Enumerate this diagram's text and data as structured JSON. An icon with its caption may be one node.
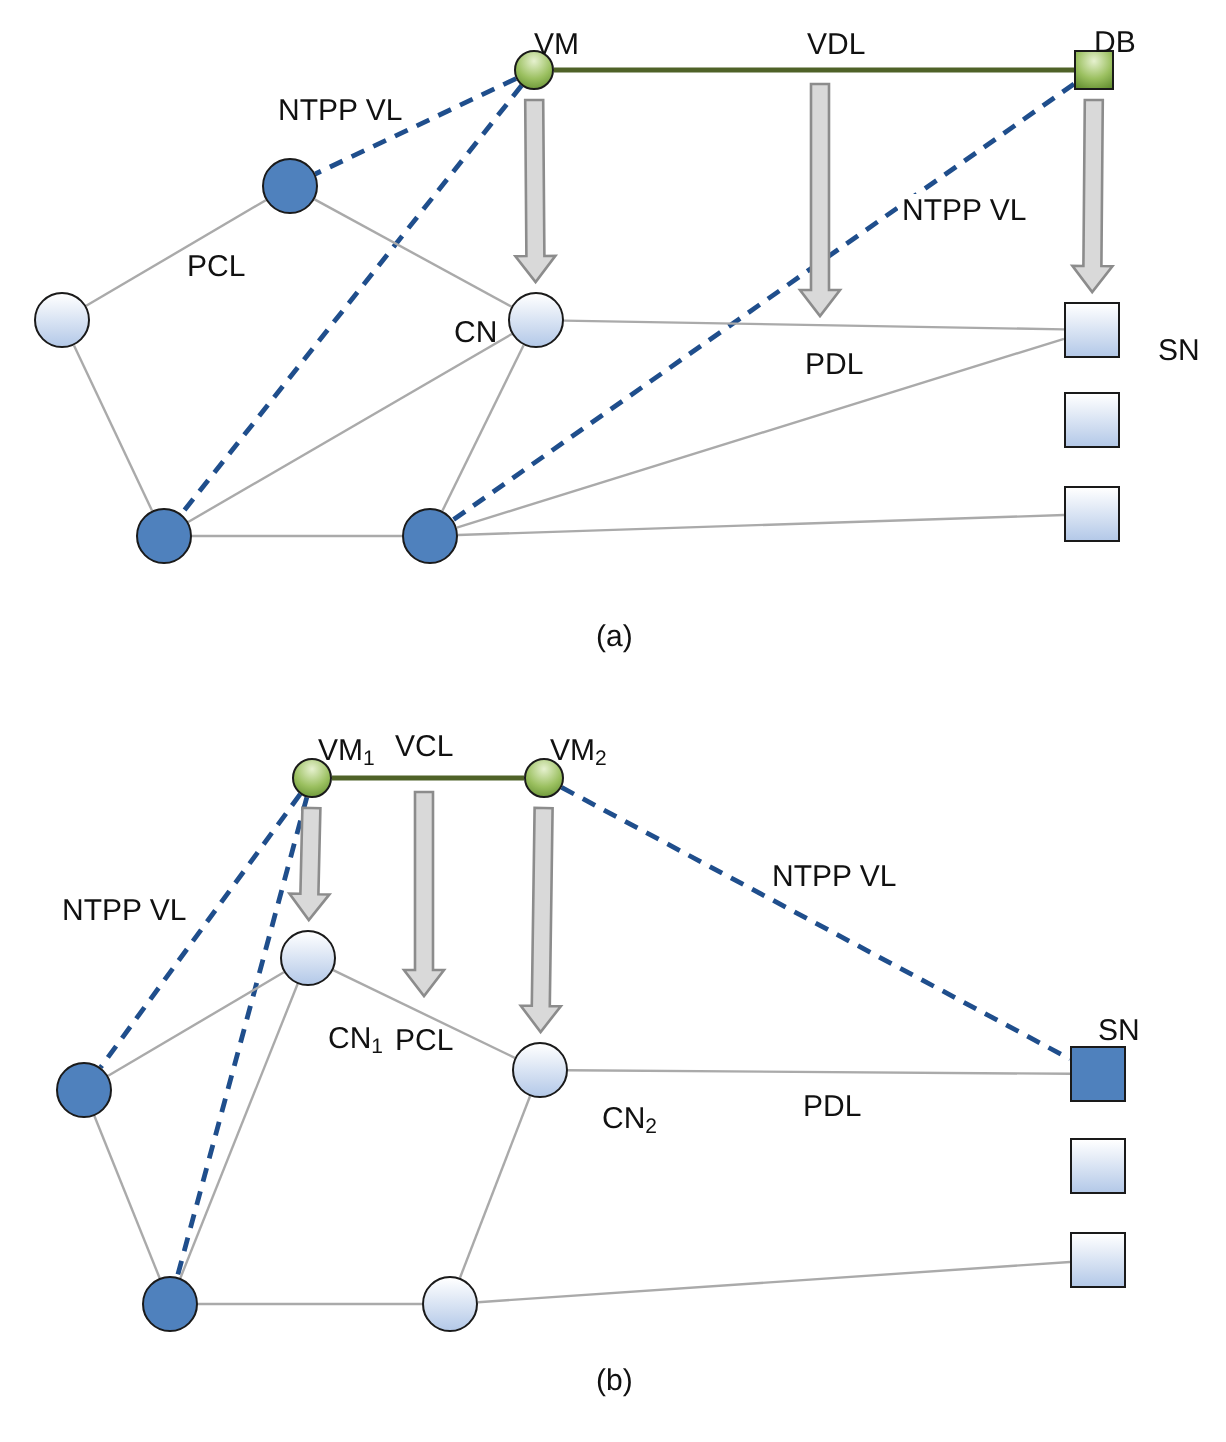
{
  "diagram": {
    "nodes": [
      {
        "text": [
          "VM"
        ]
      },
      {
        "text": [
          "DB"
        ]
      },
      {
        "text": [],
        "shape": "circle"
      },
      {
        "text": [],
        "shape": "circle"
      },
      {
        "text": [
          "CN"
        ]
      },
      {
        "text": [
          "SN"
        ]
      },
      {
        "text": [],
        "shape": "circle"
      },
      {
        "text": [],
        "shape": "circle"
      },
      {
        "text": [],
        "shape": "box"
      },
      {
        "text": [],
        "shape": "box"
      },
      {
        "text": [
          "VM$_{1}$"
        ]
      },
      {
        "text": [
          "VM$_{2}$"
        ]
      },
      {
        "text": [
          "CN$_{1}$"
        ]
      },
      {
        "text": [
          "SN"
        ]
      },
      {
        "text": [],
        "shape": "circle"
      },
      {
        "text": [
          "CN$_{2}$"
        ]
      },
      {
        "text": [],
        "shape": "box"
      },
      {
        "text": [],
        "shape": "circle"
      },
      {
        "text": [],
        "shape": "circle"
      },
      {
        "text": [],
        "shape": "box"
      }
    ],
    "edges": [
      {
        "from": 0,
        "to": 1,
        "arrow": "none",
        "label": "VDL",
        "color": "#4f6228"
      },
      {
        "from": 0,
        "to": 2,
        "arrow": "none",
        "label": "NTPP VL",
        "style": "dashed",
        "color": "#1f4e8c"
      },
      {
        "from": 0,
        "to": 6,
        "arrow": "none",
        "style": "dashed",
        "color": "#1f4e8c"
      },
      {
        "from": 1,
        "to": 7,
        "arrow": "none",
        "label": "NTPP VL",
        "style": "dashed",
        "color": "#1f4e8c"
      },
      {
        "from": 0,
        "to": 4,
        "arrow": "to",
        "style": "thick",
        "color": "#d9d9d9"
      },
      {
        "from": 1,
        "to": 5,
        "arrow": "to",
        "style": "thick",
        "color": "#d9d9d9"
      },
      {
        "from": 2,
        "to": 3,
        "arrow": "none"
      },
      {
        "from": 2,
        "to": 4,
        "arrow": "none"
      },
      {
        "from": 3,
        "to": 6,
        "arrow": "none"
      },
      {
        "from": 6,
        "to": 7,
        "arrow": "none"
      },
      {
        "from": 6,
        "to": 4,
        "arrow": "none"
      },
      {
        "from": 7,
        "to": 4,
        "arrow": "none"
      },
      {
        "from": 4,
        "to": 5,
        "arrow": "none"
      },
      {
        "from": 7,
        "to": 5,
        "arrow": "none"
      },
      {
        "from": 7,
        "to": 9,
        "arrow": "none"
      },
      {
        "from": 10,
        "to": 11,
        "arrow": "none",
        "label": "VCL",
        "color": "#4f6228"
      },
      {
        "from": 10,
        "to": 14,
        "arrow": "none",
        "label": "NTPP VL",
        "style": "dashed",
        "color": "#1f4e8c"
      },
      {
        "from": 10,
        "to": 17,
        "arrow": "none",
        "style": "dashed",
        "color": "#1f4e8c"
      },
      {
        "from": 11,
        "to": 13,
        "arrow": "none",
        "label": "NTPP VL",
        "style": "dashed",
        "color": "#1f4e8c"
      },
      {
        "from": 10,
        "to": 12,
        "arrow": "to",
        "style": "thick",
        "color": "#d9d9d9"
      },
      {
        "from": 11,
        "to": 15,
        "arrow": "to",
        "style": "thick",
        "color": "#d9d9d9"
      },
      {
        "from": 14,
        "to": 12,
        "arrow": "none"
      },
      {
        "from": 14,
        "to": 17,
        "arrow": "none"
      },
      {
        "from": 17,
        "to": 12,
        "arrow": "none"
      },
      {
        "from": 17,
        "to": 18,
        "arrow": "none"
      },
      {
        "from": 18,
        "to": 15,
        "arrow": "none"
      },
      {
        "from": 12,
        "to": 15,
        "arrow": "none"
      },
      {
        "from": 15,
        "to": 13,
        "arrow": "none"
      },
      {
        "from": 18,
        "to": 19,
        "arrow": "none"
      }
    ],
    "labels": [
      "PCL",
      "PDL",
      "(a)",
      "PCL",
      "PDL",
      "(b)"
    ]
  }
}
